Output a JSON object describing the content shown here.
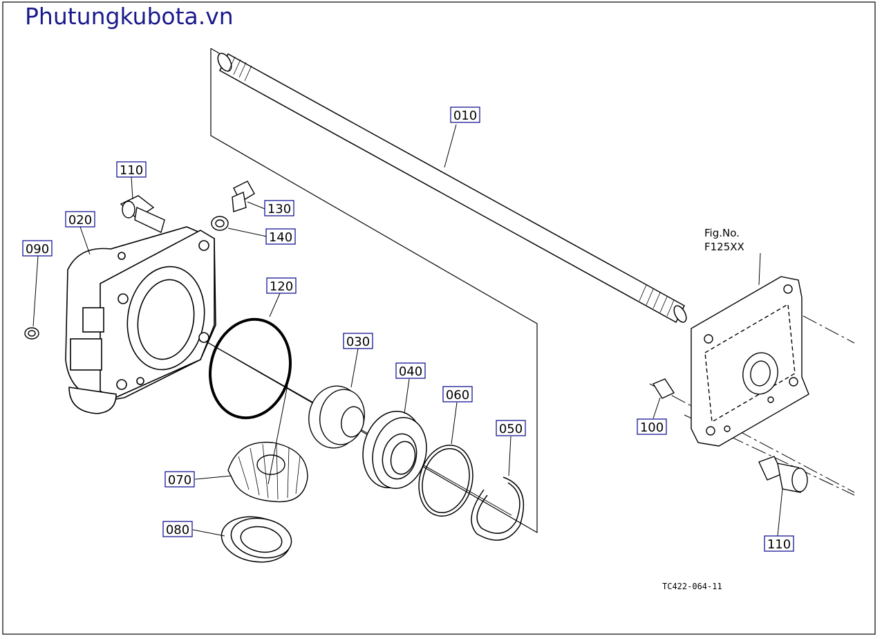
{
  "watermark": "Phutungkubota.vn",
  "figure": {
    "fig_label": "Fig.No.",
    "fig_number": "F125XX"
  },
  "drawing_code": "TC422-064-11",
  "parts": {
    "p010": "010",
    "p020": "020",
    "p030": "030",
    "p040": "040",
    "p050": "050",
    "p060": "060",
    "p070": "070",
    "p080": "080",
    "p090": "090",
    "p100": "100",
    "p110a": "110",
    "p110b": "110",
    "p120": "120",
    "p130": "130",
    "p140": "140"
  }
}
